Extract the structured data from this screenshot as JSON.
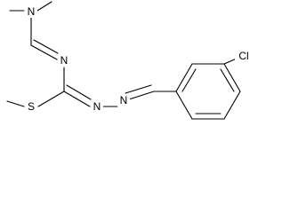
{
  "molecule": {
    "atoms": {
      "n_dimethyl": "N",
      "n_imine": "N",
      "s_thio": "S",
      "n_azo_1": "N",
      "n_azo_2": "N",
      "cl": "Cl"
    }
  }
}
